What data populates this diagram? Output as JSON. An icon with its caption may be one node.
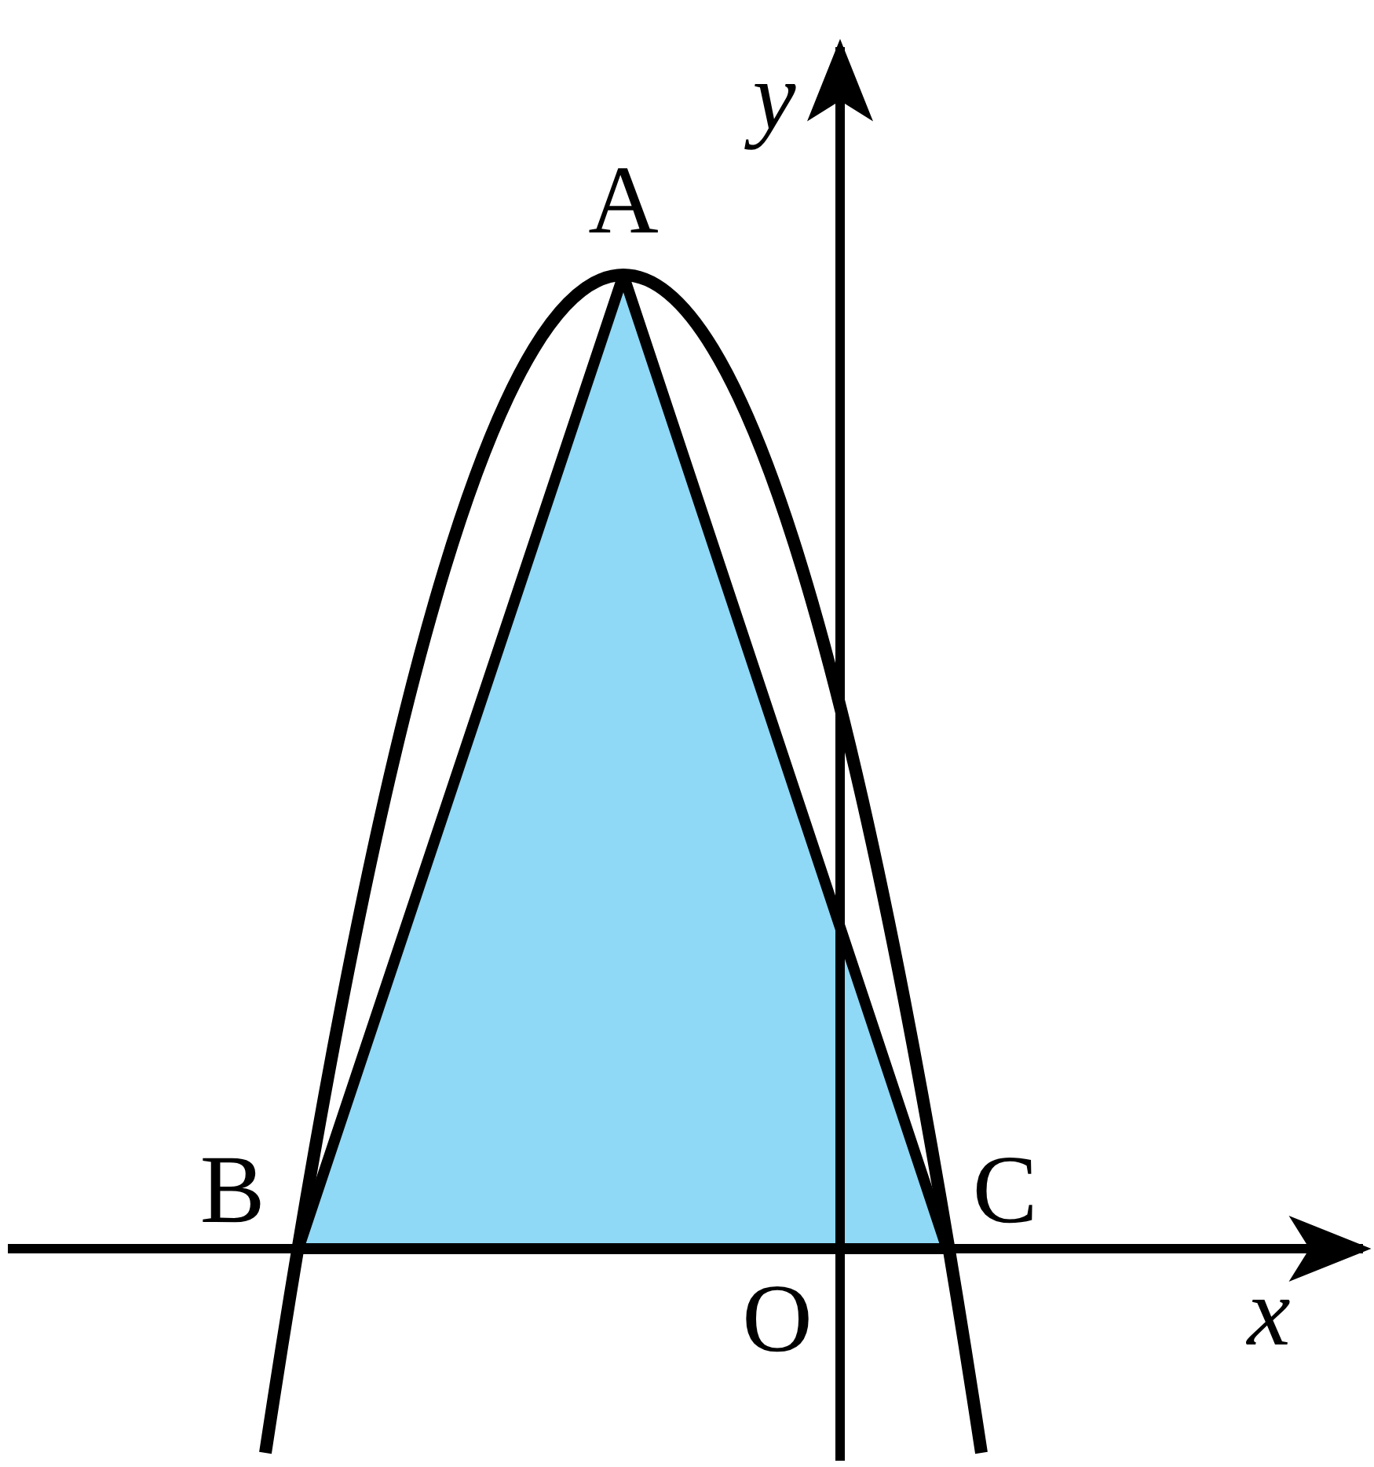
{
  "diagram": {
    "labels": [
      "y",
      "A",
      "B",
      "C",
      "O",
      "x"
    ]
  }
}
